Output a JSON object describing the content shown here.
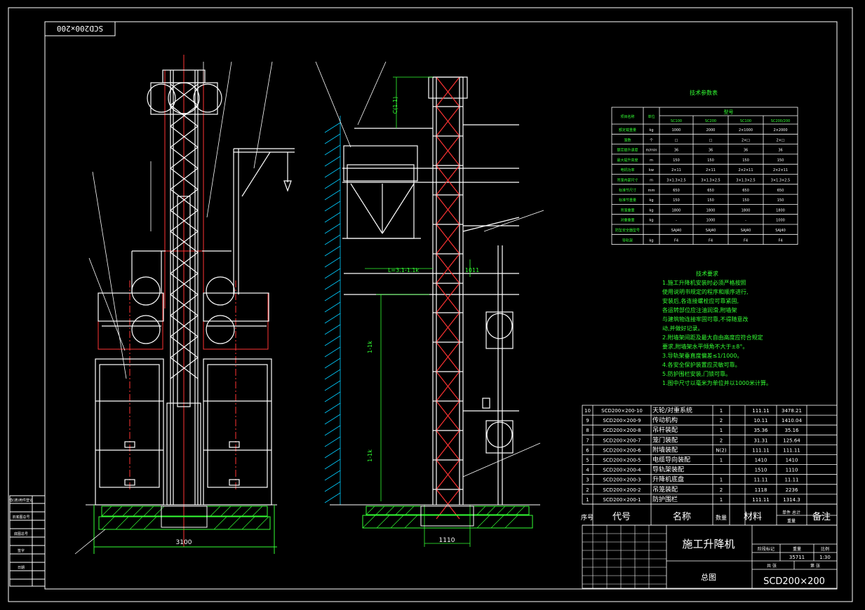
{
  "drawing": {
    "stamp_top": "SCD200×200",
    "main_width_dim": "3100",
    "side_base_dim": "1110",
    "dim_top": "C(1.1)",
    "dim_mid_left": "L=3.1-1.1k",
    "dim_mid_right": "1011",
    "dim_mid2": "1-1k",
    "dim_low": "1-1k"
  },
  "params_table": {
    "title": "技术参数表",
    "group_header": "型号",
    "col_headers": [
      "项目名称",
      "单位",
      "SC100",
      "SC200",
      "SC100",
      "SC200/200"
    ],
    "rows": [
      [
        "额定载重量",
        "kg",
        "1000",
        "2000",
        "2×1000",
        "2×2000"
      ],
      [
        "笼数",
        "个",
        "□",
        "□",
        "2×□",
        "2×□"
      ],
      [
        "额定提升速度",
        "m/min",
        "36",
        "36",
        "36",
        "36"
      ],
      [
        "最大提升高度",
        "m",
        "150",
        "150",
        "150",
        "150"
      ],
      [
        "电机功率",
        "kw",
        "2×11",
        "2×11",
        "2×2×11",
        "2×2×11"
      ],
      [
        "吊笼内部尺寸",
        "m",
        "3×1.3×2.5",
        "3×1.3×2.5",
        "3×1.3×2.5",
        "3×1.3×2.5"
      ],
      [
        "标准节尺寸",
        "mm",
        "650",
        "650",
        "650",
        "650"
      ],
      [
        "标准节重量",
        "kg",
        "150",
        "150",
        "150",
        "150"
      ],
      [
        "吊笼重量",
        "kg",
        "1800",
        "1800",
        "1800",
        "1800"
      ],
      [
        "对重重量",
        "kg",
        "-",
        "1000",
        "-",
        "1000"
      ],
      [
        "防坠安全器型号",
        "",
        "SAJ40",
        "SAJ40",
        "SAJ40",
        "SAJ40"
      ],
      [
        "导轨架",
        "kg",
        "F4",
        "F4",
        "F4",
        "F4"
      ]
    ]
  },
  "tech_requirements": {
    "title": "技术要求",
    "lines": [
      "1.施工升降机安装时必须严格按照",
      "  使用说明书规定的程序和顺序进行,",
      "  安装后,各连接螺栓应可靠紧固,",
      "  各运转部位应注油润滑,附墙架",
      "  与建筑物连接牢固可靠,不得随意改",
      "  动,并做好记录。",
      "2.附墙架间距及最大自由高度应符合规定",
      "  要求,附墙架水平倾角不大于±8°。",
      "3.导轨架垂直度偏差≤1/1000。",
      "4.各安全保护装置应灵敏可靠。",
      "5.防护围栏安装,门锁可靠。",
      "1.图中尺寸以毫米为单位并以1000米计算。"
    ]
  },
  "parts_list": {
    "rows": [
      [
        "10",
        "SCD200×200-10",
        "天轮/对重系统",
        "1",
        "",
        "111.11",
        "3478.21"
      ],
      [
        "9",
        "SCD200×200-9",
        "传动机构",
        "2",
        "",
        "10.11",
        "1410.04"
      ],
      [
        "8",
        "SCD200×200-8",
        "吊杆装配",
        "1",
        "",
        "35.36",
        "35.16"
      ],
      [
        "7",
        "SCD200×200-7",
        "笼门装配",
        "2",
        "",
        "31.31",
        "125.64"
      ],
      [
        "6",
        "SCD200×200-6",
        "附墙装配",
        "N(2)",
        "",
        "111.11",
        "111.11"
      ],
      [
        "5",
        "SCD200×200-5",
        "电缆导向装配",
        "1",
        "",
        "1410",
        "1410"
      ],
      [
        "4",
        "SCD200×200-4",
        "导轨架装配",
        "",
        "",
        "1510",
        "1110"
      ],
      [
        "3",
        "SCD200×200-3",
        "升降机底盘",
        "1",
        "",
        "11.11",
        "11.11"
      ],
      [
        "2",
        "SCD200×200-2",
        "吊笼装配",
        "2",
        "",
        "1118",
        "2236"
      ],
      [
        "1",
        "SCD200×200-1",
        "防护围栏",
        "1",
        "",
        "111.11",
        "1314.3"
      ]
    ],
    "header": {
      "no": "序号",
      "code": "代号",
      "name": "名称",
      "qty": "数量",
      "material": "材料",
      "weight": "单件 总计",
      "weight2": "重量",
      "remark": "备注"
    }
  },
  "title_block": {
    "name": "施工升降机",
    "subtitle": "总图",
    "code": "SCD200×200",
    "stage_label": "阶段标记",
    "weight_label": "重量",
    "scale_label": "比例",
    "weight_val": "35711",
    "scale_val": "1:30",
    "sheet_label": "共 张",
    "sheet2_label": "第 张"
  },
  "left_stamp": {
    "rows": [
      "借(通)用件登记",
      "",
      "旧底图总号",
      "",
      "底图总号",
      "",
      "签字",
      "",
      "日期",
      ""
    ]
  }
}
